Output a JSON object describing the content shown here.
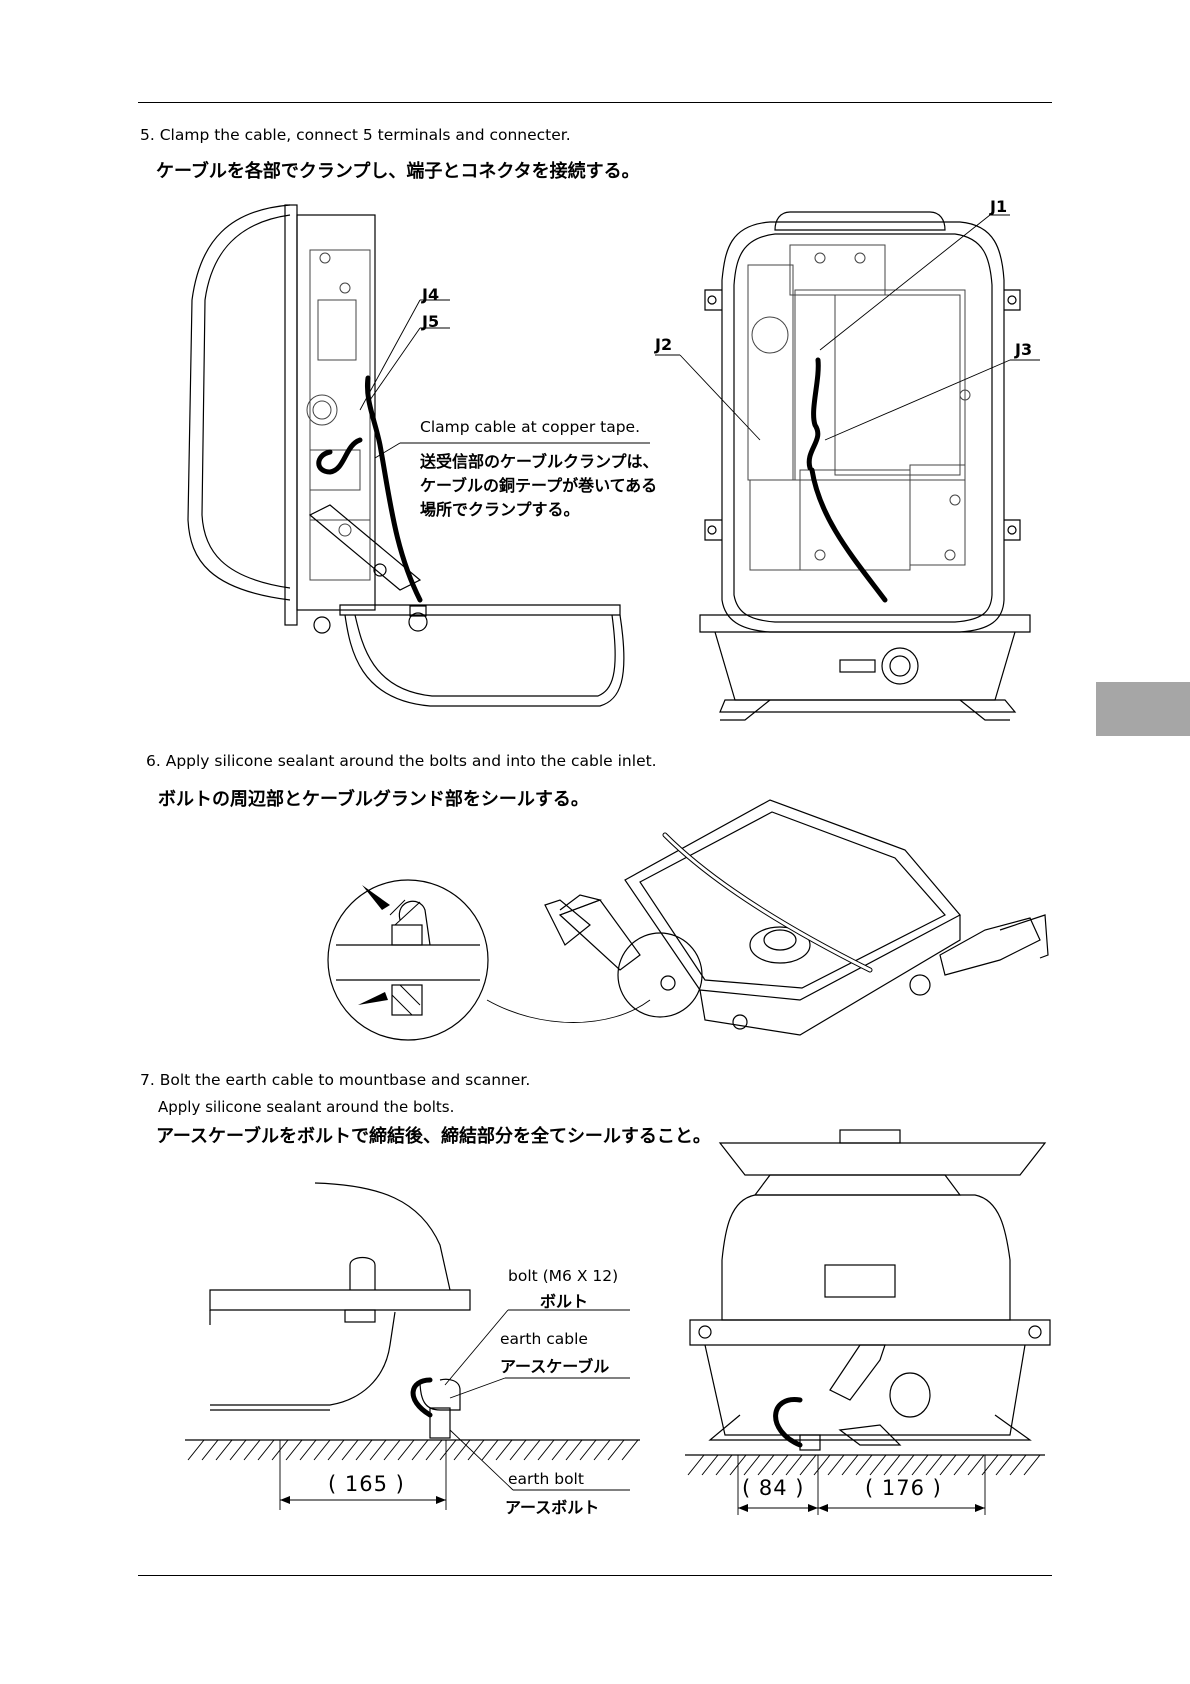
{
  "steps": {
    "s5": {
      "en": "5. Clamp the cable, connect 5 terminals and connecter.",
      "jp": "ケーブルを各部でクランプし、端子とコネクタを接続する。"
    },
    "s6": {
      "en": "6. Apply silicone sealant around the bolts and into the cable inlet.",
      "jp": "ボルトの周辺部とケーブルグランド部をシールする。"
    },
    "s7": {
      "en": "7. Bolt the earth cable to mountbase and scanner.",
      "en2": "Apply silicone sealant around the bolts.",
      "jp": "アースケーブルをボルトで締結後、締結部分を全てシールすること。"
    }
  },
  "labels": {
    "j1": "J1",
    "j2": "J2",
    "j3": "J3",
    "j4": "J4",
    "j5": "J5",
    "clamp_en": "Clamp cable at copper tape.",
    "clamp_jp1": "送受信部のケーブルクランプは、",
    "clamp_jp2": "ケーブルの銅テープが巻いてある",
    "clamp_jp3": "場所でクランプする。",
    "bolt_en": "bolt (M6 X 12)",
    "bolt_jp": "ボルト",
    "earth_cable_en": "earth cable",
    "earth_cable_jp": "アースケーブル",
    "earth_bolt_en": "earth bolt",
    "earth_bolt_jp": "アースボルト"
  },
  "dimensions": {
    "d165": "( 165 )",
    "d84": "( 84 )",
    "d176": "( 176 )"
  }
}
